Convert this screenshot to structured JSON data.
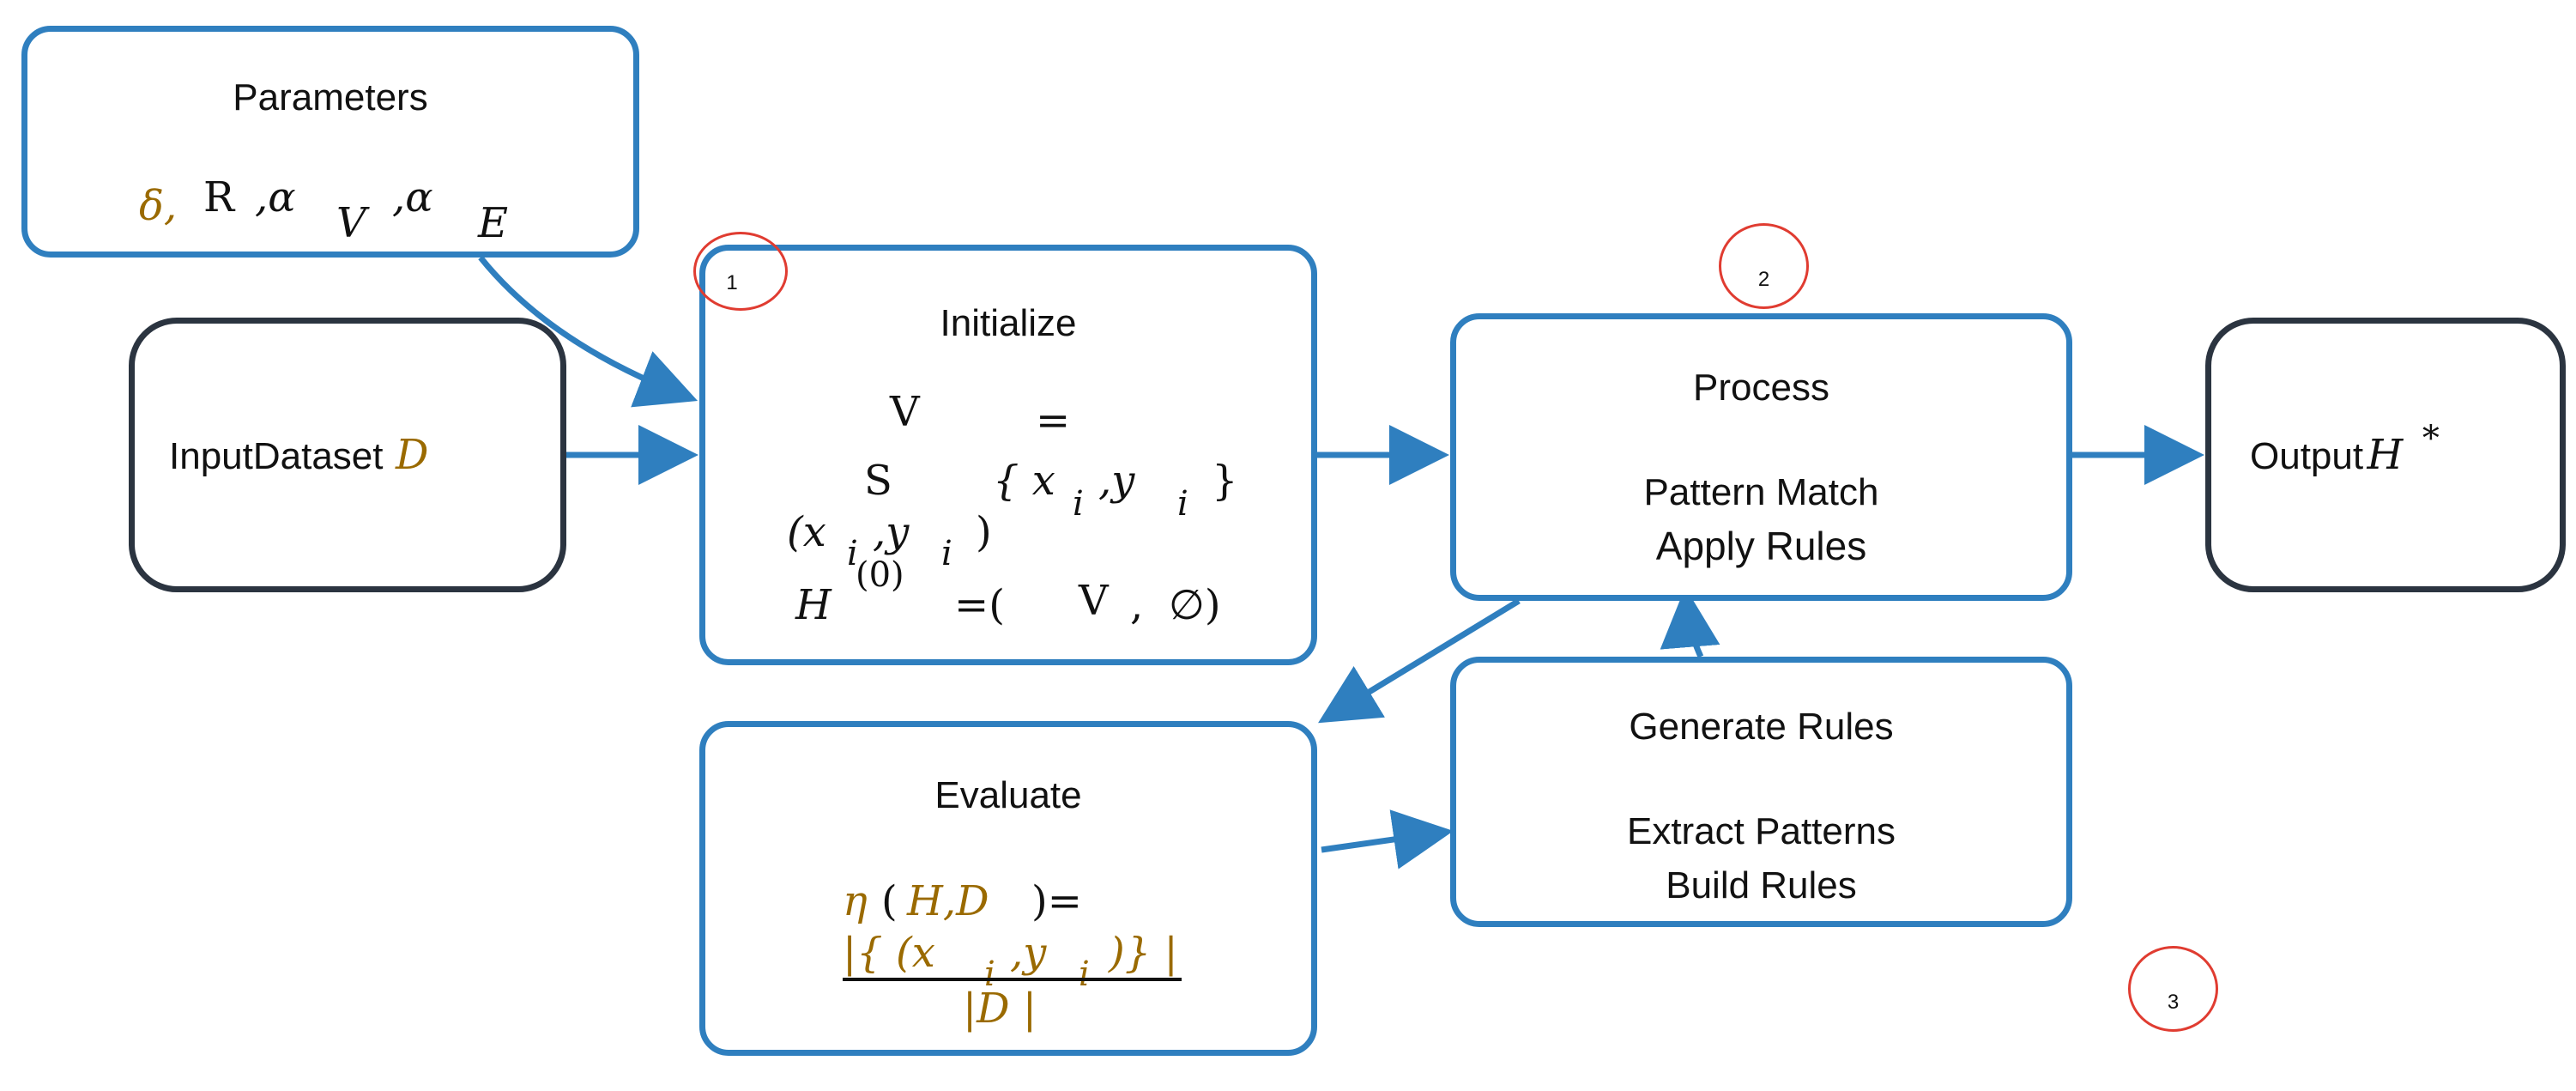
{
  "parameters": {
    "title": "Parameters",
    "symbols": [
      "δ,",
      "R",
      ",α",
      "V",
      ",α",
      "E"
    ]
  },
  "input": {
    "label": "InputDataset",
    "symbol": "D"
  },
  "initialize": {
    "title": "Initialize",
    "math": [
      "V",
      "=",
      "S",
      "{ x",
      "i",
      ",y",
      "i",
      "}",
      "(x",
      "i",
      ",y",
      "i",
      ")",
      "H",
      "(0)",
      "=(",
      "V",
      ",",
      "∅)"
    ]
  },
  "process": {
    "title": "Process",
    "line1": "Pattern Match",
    "line2": "Apply Rules"
  },
  "output": {
    "label": "Output",
    "symbol": "H",
    "sup": "*"
  },
  "evaluate": {
    "title": "Evaluate",
    "math": [
      "η",
      "(",
      "H,D",
      ")=",
      "|{ (x",
      "i",
      ",y",
      "i",
      ")} |",
      "|D |"
    ]
  },
  "generate": {
    "title": "Generate Rules",
    "line1": "Extract Patterns",
    "line2": "Build Rules"
  },
  "markers": [
    "1",
    "2",
    "3"
  ],
  "colors": {
    "box_border": "#2f7fbf",
    "terminal_border": "#2b3440",
    "arrow": "#2f7fbf",
    "marker": "#e03c31"
  }
}
